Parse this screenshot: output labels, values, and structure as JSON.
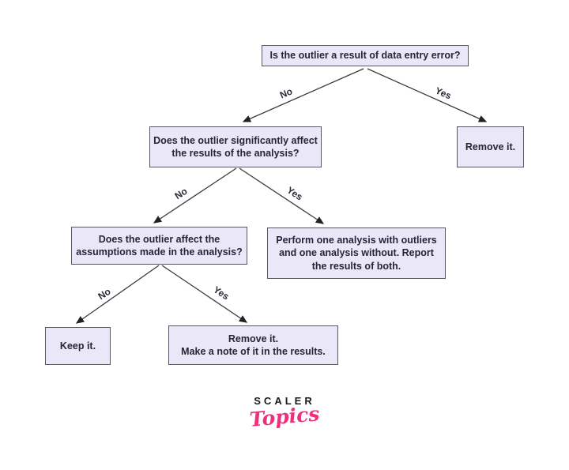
{
  "diagram": {
    "nodes": {
      "q1": [
        "Is the outlier a result of data entry error?"
      ],
      "q2": [
        "Does the outlier significantly affect",
        "the results of the analysis?"
      ],
      "remove_top": [
        "Remove it."
      ],
      "q3": [
        "Does the outlier affect the",
        "assumptions made in the analysis?"
      ],
      "perform_both": [
        "Perform one analysis with outliers",
        "and one analysis without. Report",
        "the results of both."
      ],
      "keep": [
        "Keep it."
      ],
      "remove_note": [
        "Remove it.",
        "Make a note of it in the results."
      ]
    },
    "edge_labels": {
      "q1_no": "No",
      "q1_yes": "Yes",
      "q2_no": "No",
      "q2_yes": "Yes",
      "q3_no": "No",
      "q3_yes": "Yes"
    }
  },
  "logo": {
    "brand": "SCALER",
    "wordmark": "Topics"
  },
  "colors": {
    "node_fill": "#e9e7f8",
    "node_border": "#56565e",
    "node_text": "#26263a",
    "edge_line": "#3a3a3a",
    "logo_pink": "#ed2f7c",
    "background": "#ffffff"
  }
}
